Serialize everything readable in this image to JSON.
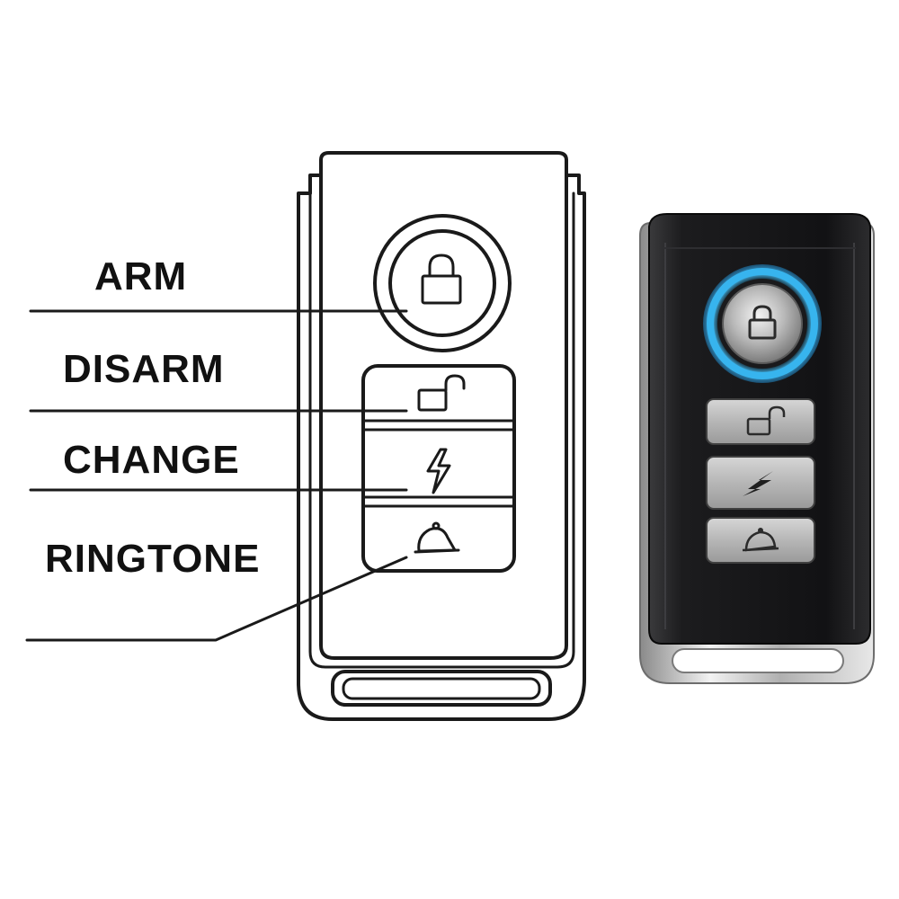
{
  "labels": {
    "arm": "ARM",
    "disarm": "DISARM",
    "change": "CHANGE",
    "ringtone": "RINGTONE"
  },
  "icons": {
    "arm": "locked-padlock-icon",
    "disarm": "unlocked-padlock-icon",
    "change": "lightning-bolt-icon",
    "ringtone": "bell-icon"
  },
  "colors": {
    "line": "#1a1a1a",
    "led_ring": "#2fa8e0",
    "remote_body": "#1b1b1d",
    "button_gray": "#b9b9b9"
  }
}
